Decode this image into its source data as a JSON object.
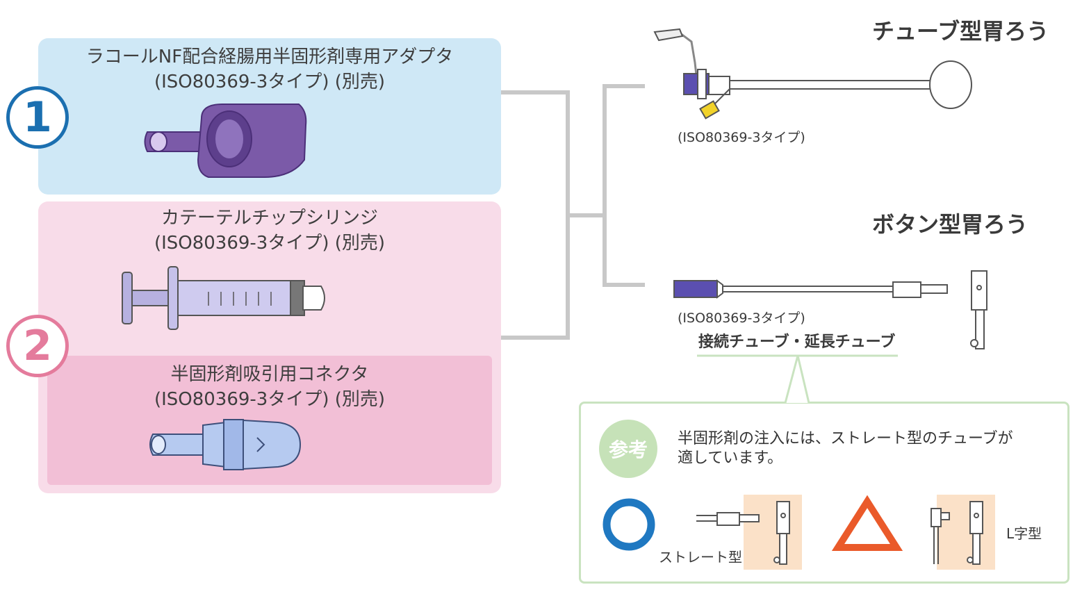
{
  "item1": {
    "number": "1",
    "title_line1": "ラコールNF配合経腸用半固形剤専用アダプタ",
    "title_line2": "(ISO80369-3タイプ) (別売)"
  },
  "item2": {
    "number": "2",
    "syringe_title_line1": "カテーテルチップシリンジ",
    "syringe_title_line2": "(ISO80369-3タイプ) (別売)",
    "connector_title_line1": "半固形剤吸引用コネクタ",
    "connector_title_line2": "(ISO80369-3タイプ) (別売)"
  },
  "tube_type": {
    "label": "チューブ型胃ろう",
    "iso_label": "(ISO80369-3タイプ)"
  },
  "button_type": {
    "label": "ボタン型胃ろう",
    "iso_label": "(ISO80369-3タイプ)",
    "connector_label": "接続チューブ・延長チューブ"
  },
  "reference": {
    "badge": "参考",
    "text_line1": "半固形剤の注入には、ストレート型のチューブが",
    "text_line2": "適しています。",
    "straight_label": "ストレート型",
    "l_label": "L字型"
  },
  "colors": {
    "blue_box": "#cfe8f6",
    "pink_box": "#f8dce9",
    "pink_box_dark": "#f2bfd6",
    "circle_symbol": "#1f78c1",
    "triangle_symbol": "#ea5a2a",
    "connector_line": "#c8c8c8",
    "reference_border": "#c9e3c0",
    "purple_device": "#6e4fa4"
  }
}
